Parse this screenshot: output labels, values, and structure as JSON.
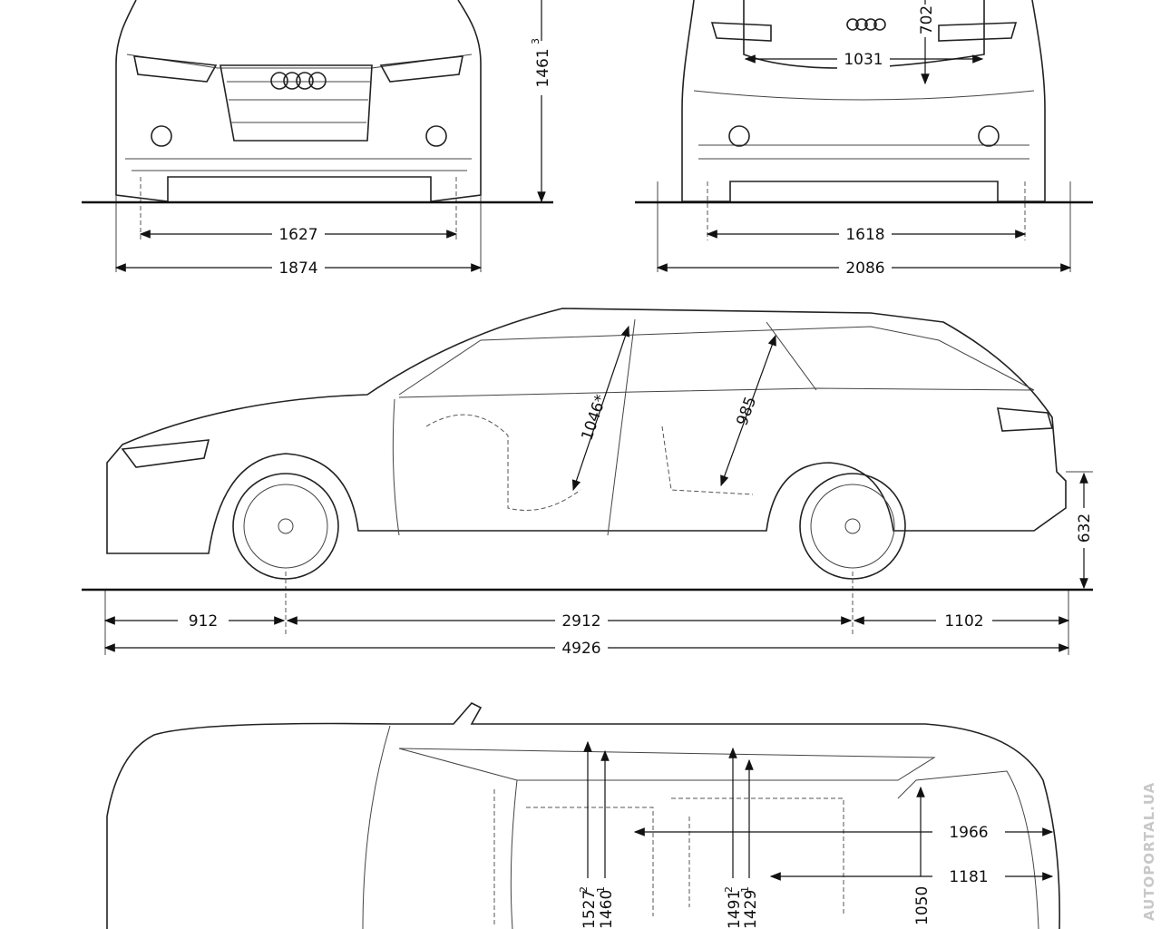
{
  "front_view": {
    "height": "1461",
    "height_note": "3",
    "track": "1627",
    "width": "1874"
  },
  "rear_view": {
    "trunk_height": "702",
    "trunk_width": "1031",
    "track": "1618",
    "width_mirrors": "2086"
  },
  "side_view": {
    "front_headroom": "1046*",
    "rear_headroom": "985",
    "load_sill_height": "632",
    "front_overhang": "912",
    "wheelbase": "2912",
    "rear_overhang": "1102",
    "length": "4926"
  },
  "top_view": {
    "front_elbow_width_a": "1527",
    "front_elbow_note_a": "2",
    "front_shoulder_width_b": "1460",
    "front_shoulder_note_b": "1",
    "rear_elbow_width_a": "1491",
    "rear_elbow_note_a": "2",
    "rear_shoulder_width_b": "1429",
    "rear_shoulder_note_b": "1",
    "cargo_length_seats_folded": "1966",
    "cargo_length": "1181",
    "cargo_width": "1050"
  },
  "watermark": "AUTOPORTAL.UA"
}
